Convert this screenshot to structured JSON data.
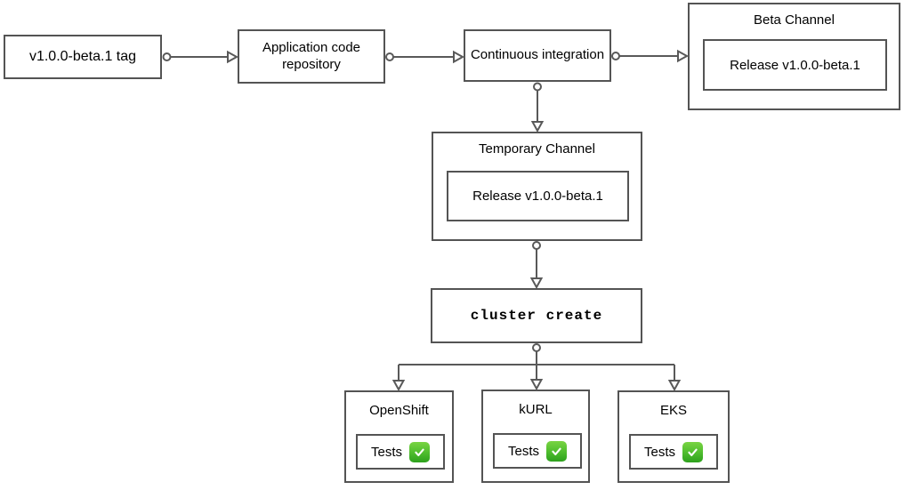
{
  "nodes": {
    "tag": {
      "label": "v1.0.0-beta.1 tag"
    },
    "app_repo": {
      "label": "Application code repository"
    },
    "ci": {
      "label": "Continuous integration"
    },
    "beta_channel": {
      "title": "Beta Channel",
      "release": "Release v1.0.0-beta.1"
    },
    "temp_channel": {
      "title": "Temporary Channel",
      "release": "Release v1.0.0-beta.1"
    },
    "cluster_create": {
      "label": "cluster create"
    },
    "platforms": [
      {
        "title": "OpenShift",
        "tests_label": "Tests",
        "status_icon": "check-mark-green"
      },
      {
        "title": "kURL",
        "tests_label": "Tests",
        "status_icon": "check-mark-green"
      },
      {
        "title": "EKS",
        "tests_label": "Tests",
        "status_icon": "check-mark-green"
      }
    ]
  },
  "colors": {
    "box_border": "#545454",
    "connector": "#595959",
    "check_green": "#3fae2a",
    "background": "#ffffff",
    "text": "#000000"
  }
}
